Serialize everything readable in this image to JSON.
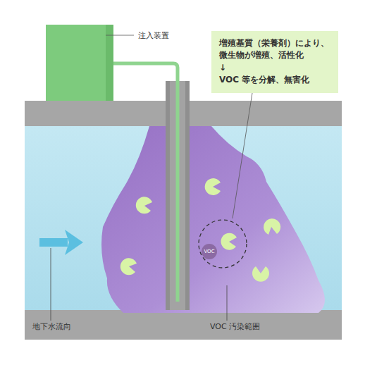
{
  "diagram": {
    "nodes": [
      {
        "text": [
          "増殖基質（栄養剤）により、 微生物が増殖、活性化",
          "↓",
          "VOC 等を分解、無害化"
        ]
      },
      {
        "text": [
          "VOC"
        ]
      }
    ],
    "labels": [
      "注入装置",
      "地下水流向",
      "VOC 汚染範囲"
    ]
  }
}
